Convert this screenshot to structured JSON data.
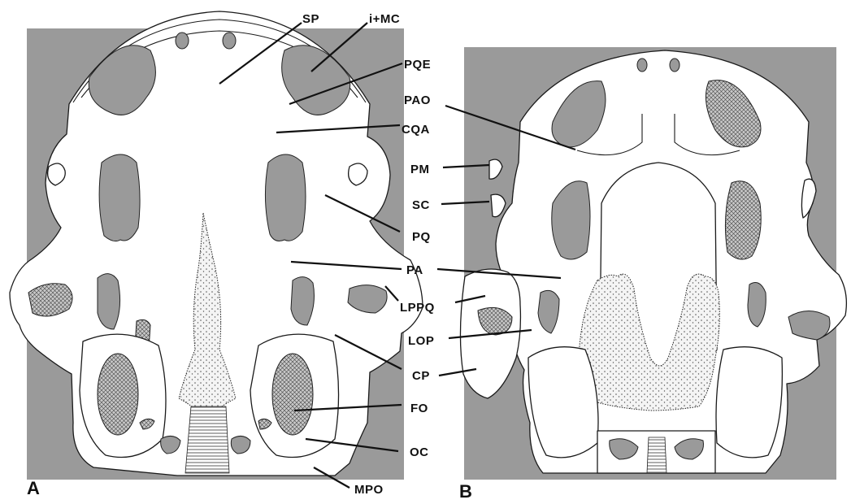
{
  "panels": [
    "A",
    "B"
  ],
  "labels": [
    "SP",
    "i+MC",
    "PQE",
    "PAO",
    "CQA",
    "PM",
    "SC",
    "PQ",
    "PA",
    "LPPQ",
    "LOP",
    "CP",
    "FO",
    "OC",
    "MPO"
  ],
  "colors": {
    "background_block": "#9a9a9a",
    "opening": "#9a9a9a",
    "outline": "#1a1a1a",
    "label_text": "#111111"
  }
}
